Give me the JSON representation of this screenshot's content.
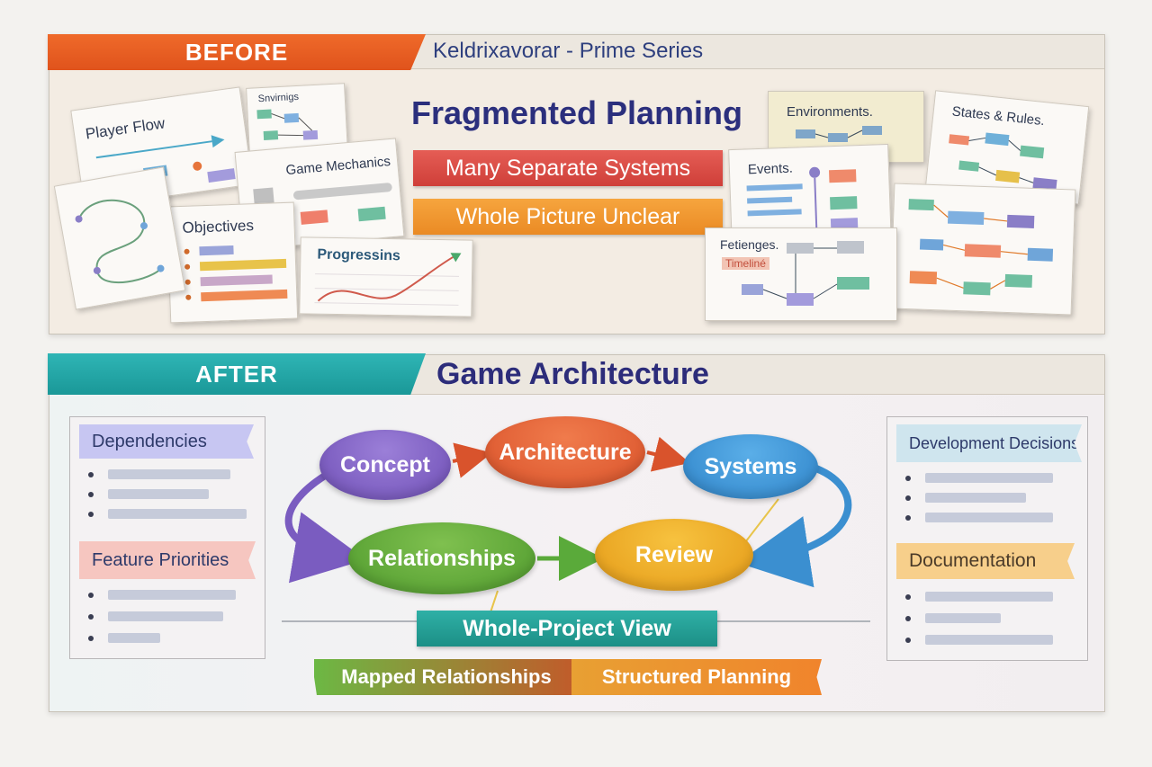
{
  "before": {
    "tag": "BEFORE",
    "series_title": "Keldrixavorar - Prime Series",
    "heading": "Fragmented Planning",
    "ribbon_1": "Many Separate Systems",
    "ribbon_2": "Whole Picture Unclear",
    "cards": {
      "player_flow": "Player Flow",
      "environments_small": "Snvirnigs",
      "game_mechanics": "Game Mechanics",
      "objectives": "Objectives",
      "progressions": "Progressins",
      "environments": "Environments.",
      "states_rules": "States & Rules.",
      "events": "Events.",
      "fetienges": "Fetienges.",
      "timeline": "Timeliné"
    }
  },
  "after": {
    "tag": "AFTER",
    "title": "Game Architecture",
    "left_panels": [
      {
        "label": "Dependencies",
        "color": "#c7c6f2"
      },
      {
        "label": "Feature Priorities",
        "color": "#f6c6c0"
      }
    ],
    "right_panels": [
      {
        "label": "Development Decisions",
        "color": "#cfe5ee"
      },
      {
        "label": "Documentation",
        "color": "#f7cf8b"
      }
    ],
    "nodes": {
      "concept": "Concept",
      "architecture": "Architecture",
      "systems": "Systems",
      "relationships": "Relationships",
      "review": "Review"
    },
    "whole_view": "Whole-Project View",
    "mapped": "Mapped Relationships",
    "structured": "Structured Planning"
  }
}
